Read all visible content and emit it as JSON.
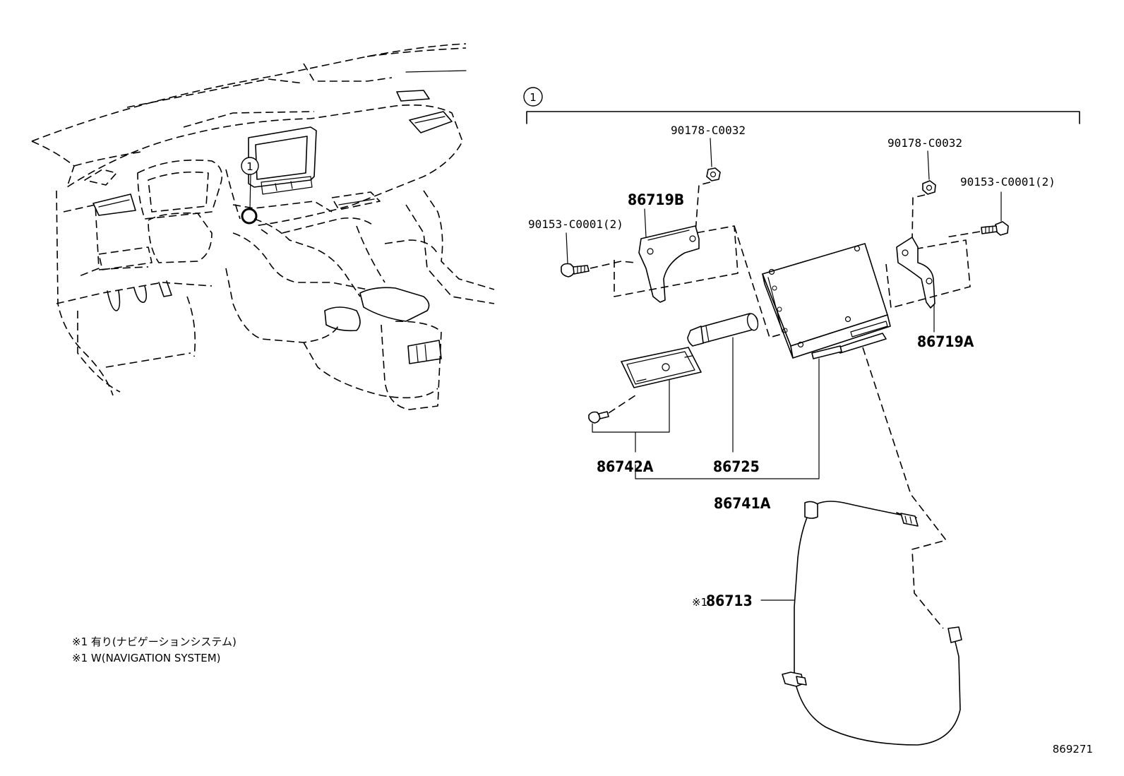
{
  "callouts": {
    "assembly_ref": "1",
    "location_ref": "1"
  },
  "parts": {
    "nut_left": "90178-C0032",
    "nut_right": "90178-C0032",
    "screw_left": "90153-C0001(2)",
    "screw_right": "90153-C0001(2)",
    "bracket_left": "86719B",
    "bracket_right": "86719A",
    "cover": "86742A",
    "cylinder": "86725",
    "receiver_assembly": "86741A",
    "antenna_cord_mark": "※1",
    "antenna_cord": "86713"
  },
  "notes": {
    "line_jp": "※1 有り(ナビゲーションシステム)",
    "line_en": "※1 W(NAVIGATION SYSTEM)"
  },
  "figure_ref": "869271"
}
